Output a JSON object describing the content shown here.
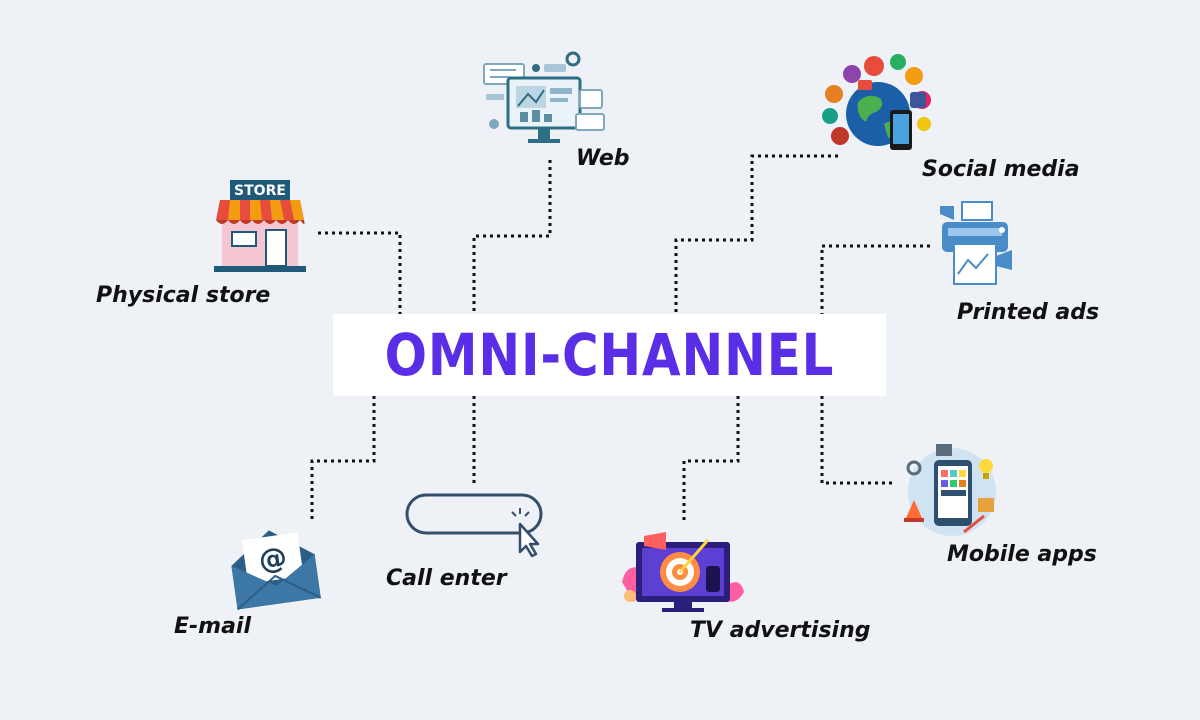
{
  "title": "OMNI-CHANNEL",
  "accent_color": "#5a2ee6",
  "channels": [
    {
      "label": "Web",
      "icon": "web-monitor-icon"
    },
    {
      "label": "Social media",
      "icon": "social-media-globe-icon"
    },
    {
      "label": "Physical store",
      "icon": "store-icon"
    },
    {
      "label": "Printed ads",
      "icon": "printer-icon"
    },
    {
      "label": "E-mail",
      "icon": "envelope-icon"
    },
    {
      "label": "Call enter",
      "icon": "call-button-cursor-icon"
    },
    {
      "label": "TV advertising",
      "icon": "tv-target-icon"
    },
    {
      "label": "Mobile apps",
      "icon": "mobile-apps-icon"
    }
  ],
  "store_sign": "STORE",
  "email_symbol": "@"
}
